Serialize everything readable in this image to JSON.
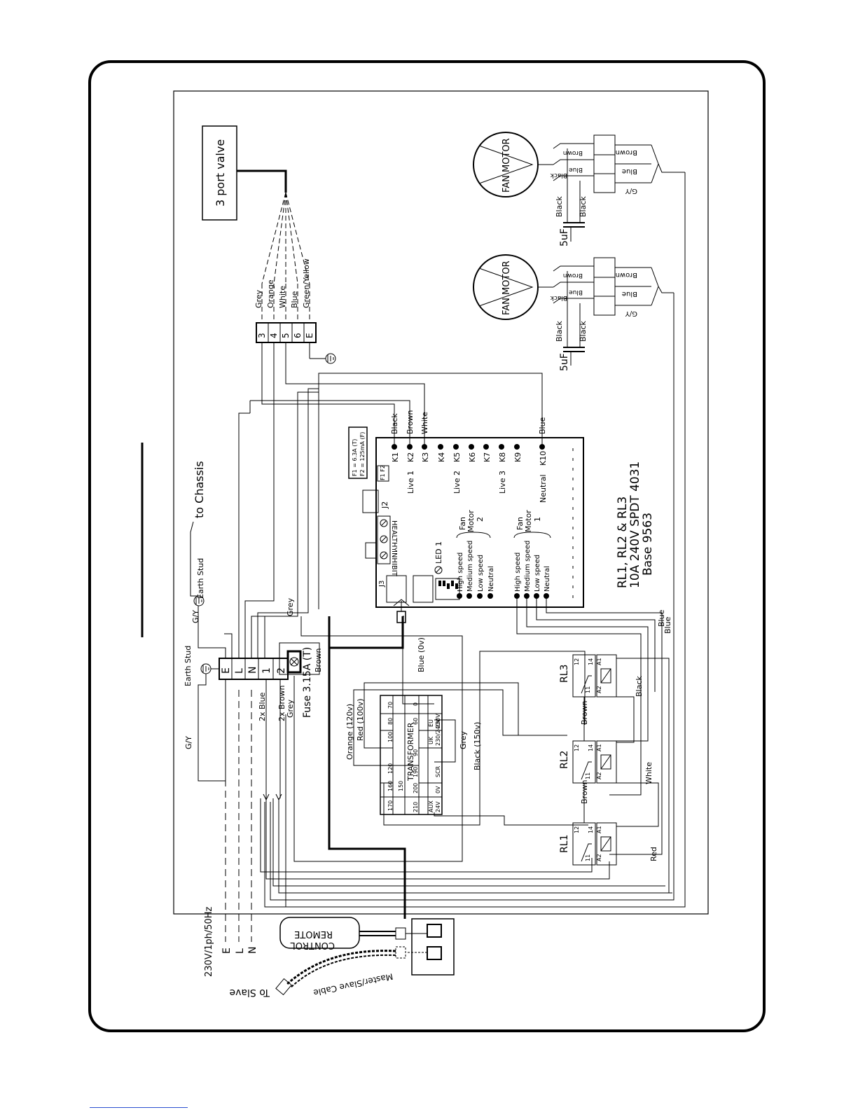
{
  "title_block": {
    "relays_line1": "RL1, RL2 & RL3",
    "relays_line2": "10A 240V SPDT 4031",
    "relays_line3": "Base 9563"
  },
  "valve": {
    "label": "3 port valve",
    "wires": [
      "Grey",
      "Orange",
      "White",
      "Blue",
      "Green/Yellow"
    ],
    "terminals": [
      "3",
      "4",
      "5",
      "6",
      "E"
    ]
  },
  "fan_motors": [
    {
      "label": "FAN MOTOR",
      "capacitor": "5uF",
      "wire_black": "Black",
      "wires_right": [
        "Brown",
        "Blue",
        "G/Y"
      ],
      "wires_left": [
        "Brown",
        "Blue",
        "Black"
      ]
    },
    {
      "label": "FAN MOTOR",
      "capacitor": "5uF",
      "wire_black": "Black",
      "wires_right": [
        "Brown",
        "Blue",
        "G/Y"
      ],
      "wires_left": [
        "Brown",
        "Blue",
        "Black"
      ]
    }
  ],
  "pcb": {
    "k_terminals": [
      "K1",
      "K2",
      "K3",
      "K4",
      "K5",
      "K6",
      "K7",
      "K8",
      "K9",
      "K10"
    ],
    "group_labels": [
      "Live 1",
      "Live 2",
      "Live 3",
      "Neutral"
    ],
    "k_wires": [
      "Black",
      "Brown",
      "White",
      "Blue"
    ],
    "fuse_note": [
      "F1 = 6.3A (T)",
      "F2 = 125mA (F)"
    ],
    "fuse_ids": "F1 F2",
    "j2": "J2",
    "j3": "J3",
    "healthy": "HEALTHY",
    "inhibit": "INHIBIT",
    "led": "LED 1",
    "fan_motor_2": [
      "Fan",
      "Motor",
      "2"
    ],
    "fan_motor_1": [
      "Fan",
      "Motor",
      "1"
    ],
    "speeds": [
      "High speed",
      "Medium speed",
      "Low speed",
      "Neutral"
    ]
  },
  "supply": {
    "terminals": [
      "E",
      "L",
      "N",
      "1",
      "2"
    ],
    "earth_stud": "Earth Stud",
    "earth_stud_2": "Earth Stud",
    "to_chassis": "to Chassis",
    "gy": "G/Y",
    "gy_2": "G/Y",
    "fuse": "Fuse 3.15A (T)",
    "brown": "Brown",
    "blue2x": "2x Blue",
    "brown2x": "2x Brown",
    "grey": "Grey",
    "grey_2": "Grey",
    "mains": "230V/1ph/50Hz",
    "mains_lines": [
      "E",
      "L",
      "N"
    ]
  },
  "transformer": {
    "label": "TRANSFORMER",
    "taps_top": [
      "170",
      "160",
      "150",
      "120",
      "100",
      "80",
      "70"
    ],
    "taps_mid": [
      "210",
      "200",
      "190",
      "90",
      "60",
      "0"
    ],
    "outputs": [
      "AUX",
      "24V",
      "0V",
      "SCR",
      "UK",
      "230/240V",
      "EU",
      "230V"
    ],
    "wires": [
      "Orange (120v)",
      "Red (100v)",
      "Blue (0v)",
      "Grey",
      "Black (150v)"
    ]
  },
  "relays": [
    {
      "id": "RL3",
      "pins": [
        "12",
        "14",
        "A1",
        "11",
        "A2"
      ],
      "coil_wire": "Black",
      "wire": "Brown"
    },
    {
      "id": "RL2",
      "pins": [
        "12",
        "14",
        "A1",
        "11",
        "A2"
      ],
      "coil_wire": "White",
      "wire": "Brown"
    },
    {
      "id": "RL1",
      "pins": [
        "12",
        "14",
        "A1",
        "11",
        "A2"
      ],
      "coil_wire": "Red",
      "wire": ""
    }
  ],
  "relay_wires": [
    "Blue",
    "Blue"
  ],
  "remote": {
    "label_line1": "REMOTE",
    "label_line2": "CONTROL",
    "cable": "Master/Slave Cable",
    "to_slave": "To Slave"
  }
}
